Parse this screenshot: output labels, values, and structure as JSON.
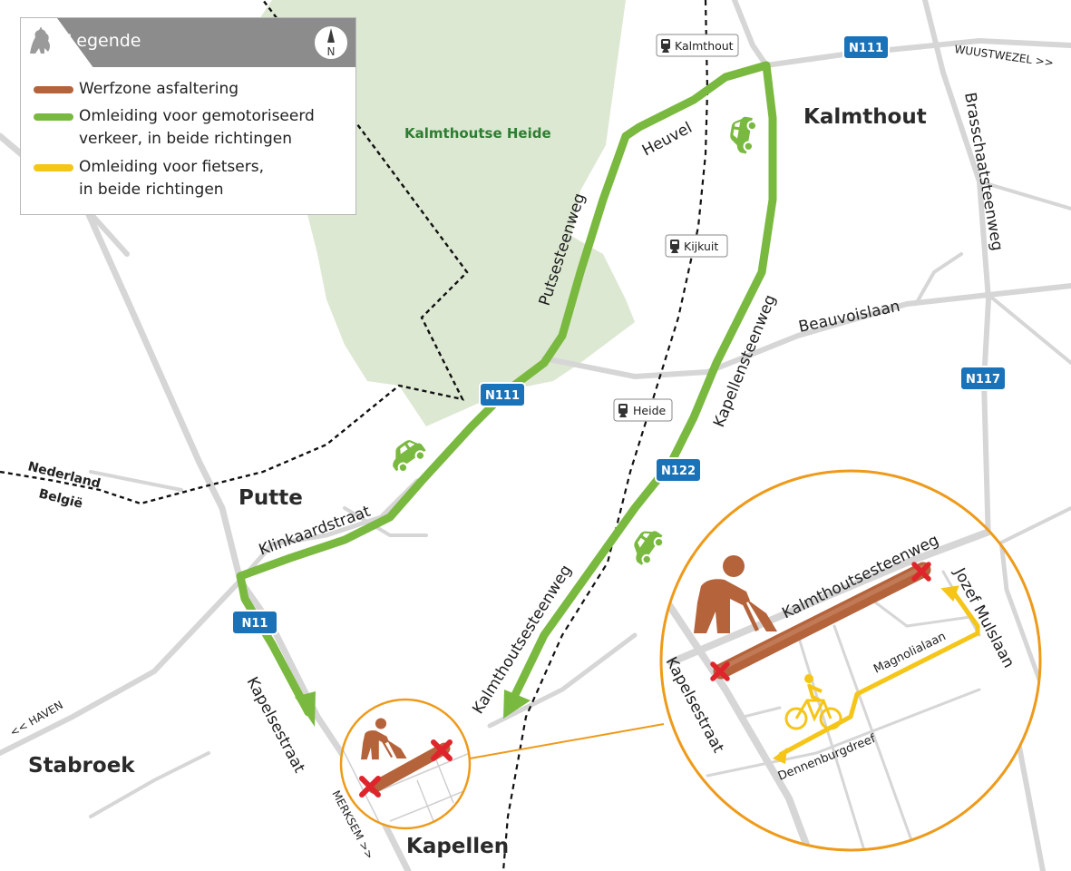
{
  "legend": {
    "title": "Legende",
    "north_letter": "N",
    "items": [
      {
        "label": "Werfzone asfaltering",
        "color": "#b5633b"
      },
      {
        "label": "Omleiding voor gemotoriseerd\nverkeer, in beide richtingen",
        "color": "#7ab93f"
      },
      {
        "label": "Omleiding voor fietsers,\nin beide richtingen",
        "color": "#f5c518"
      }
    ]
  },
  "colors": {
    "forest": "#dde8d2",
    "road": "#d6d6d6",
    "motor_detour": "#7ab93f",
    "bike_detour": "#f5c518",
    "worksite": "#b5633b",
    "inset_ring": "#ee9a1a",
    "shield": "#1a73b8",
    "closure": "#e0242c"
  },
  "areas": {
    "heide": "Kalmthoutse Heide"
  },
  "towns": {
    "kalmthout": "Kalmthout",
    "putte": "Putte",
    "stabroek": "Stabroek",
    "kapellen": "Kapellen"
  },
  "border": {
    "nederland": "Nederland",
    "belgie": "België"
  },
  "streets": {
    "heuvel": "Heuvel",
    "putsesteenweg": "Putsesteenweg",
    "kapellensteenweg": "Kapellensteenweg",
    "beauvoislaan": "Beauvoislaan",
    "brasschaatsteenweg": "Brasschaatsteenweg",
    "klinkaardstraat": "Klinkaardstraat",
    "kalmthoutsesteenweg": "Kalmthoutsesteenweg",
    "kapelsestraat": "Kapelsestraat"
  },
  "directions": {
    "wuustwezel": "WUUSTWEZEL >>",
    "haven": "<< HAVEN",
    "merksem": "MERKSEM >>"
  },
  "stations": {
    "kalmthout": "Kalmthout",
    "kijkuit": "Kijkuit",
    "heide": "Heide"
  },
  "shields": {
    "n111_top": "N111",
    "n111_mid": "N111",
    "n117": "N117",
    "n122": "N122",
    "n11": "N11"
  },
  "inset": {
    "kalmthoutsesteenweg": "Kalmthoutsesteenweg",
    "kapelsestraat": "Kapelsestraat",
    "jozef_mulslaan": "Jozef Mulslaan",
    "magnolialaan": "Magnolialaan",
    "dennenburgdreef": "Dennenburgdreef"
  }
}
